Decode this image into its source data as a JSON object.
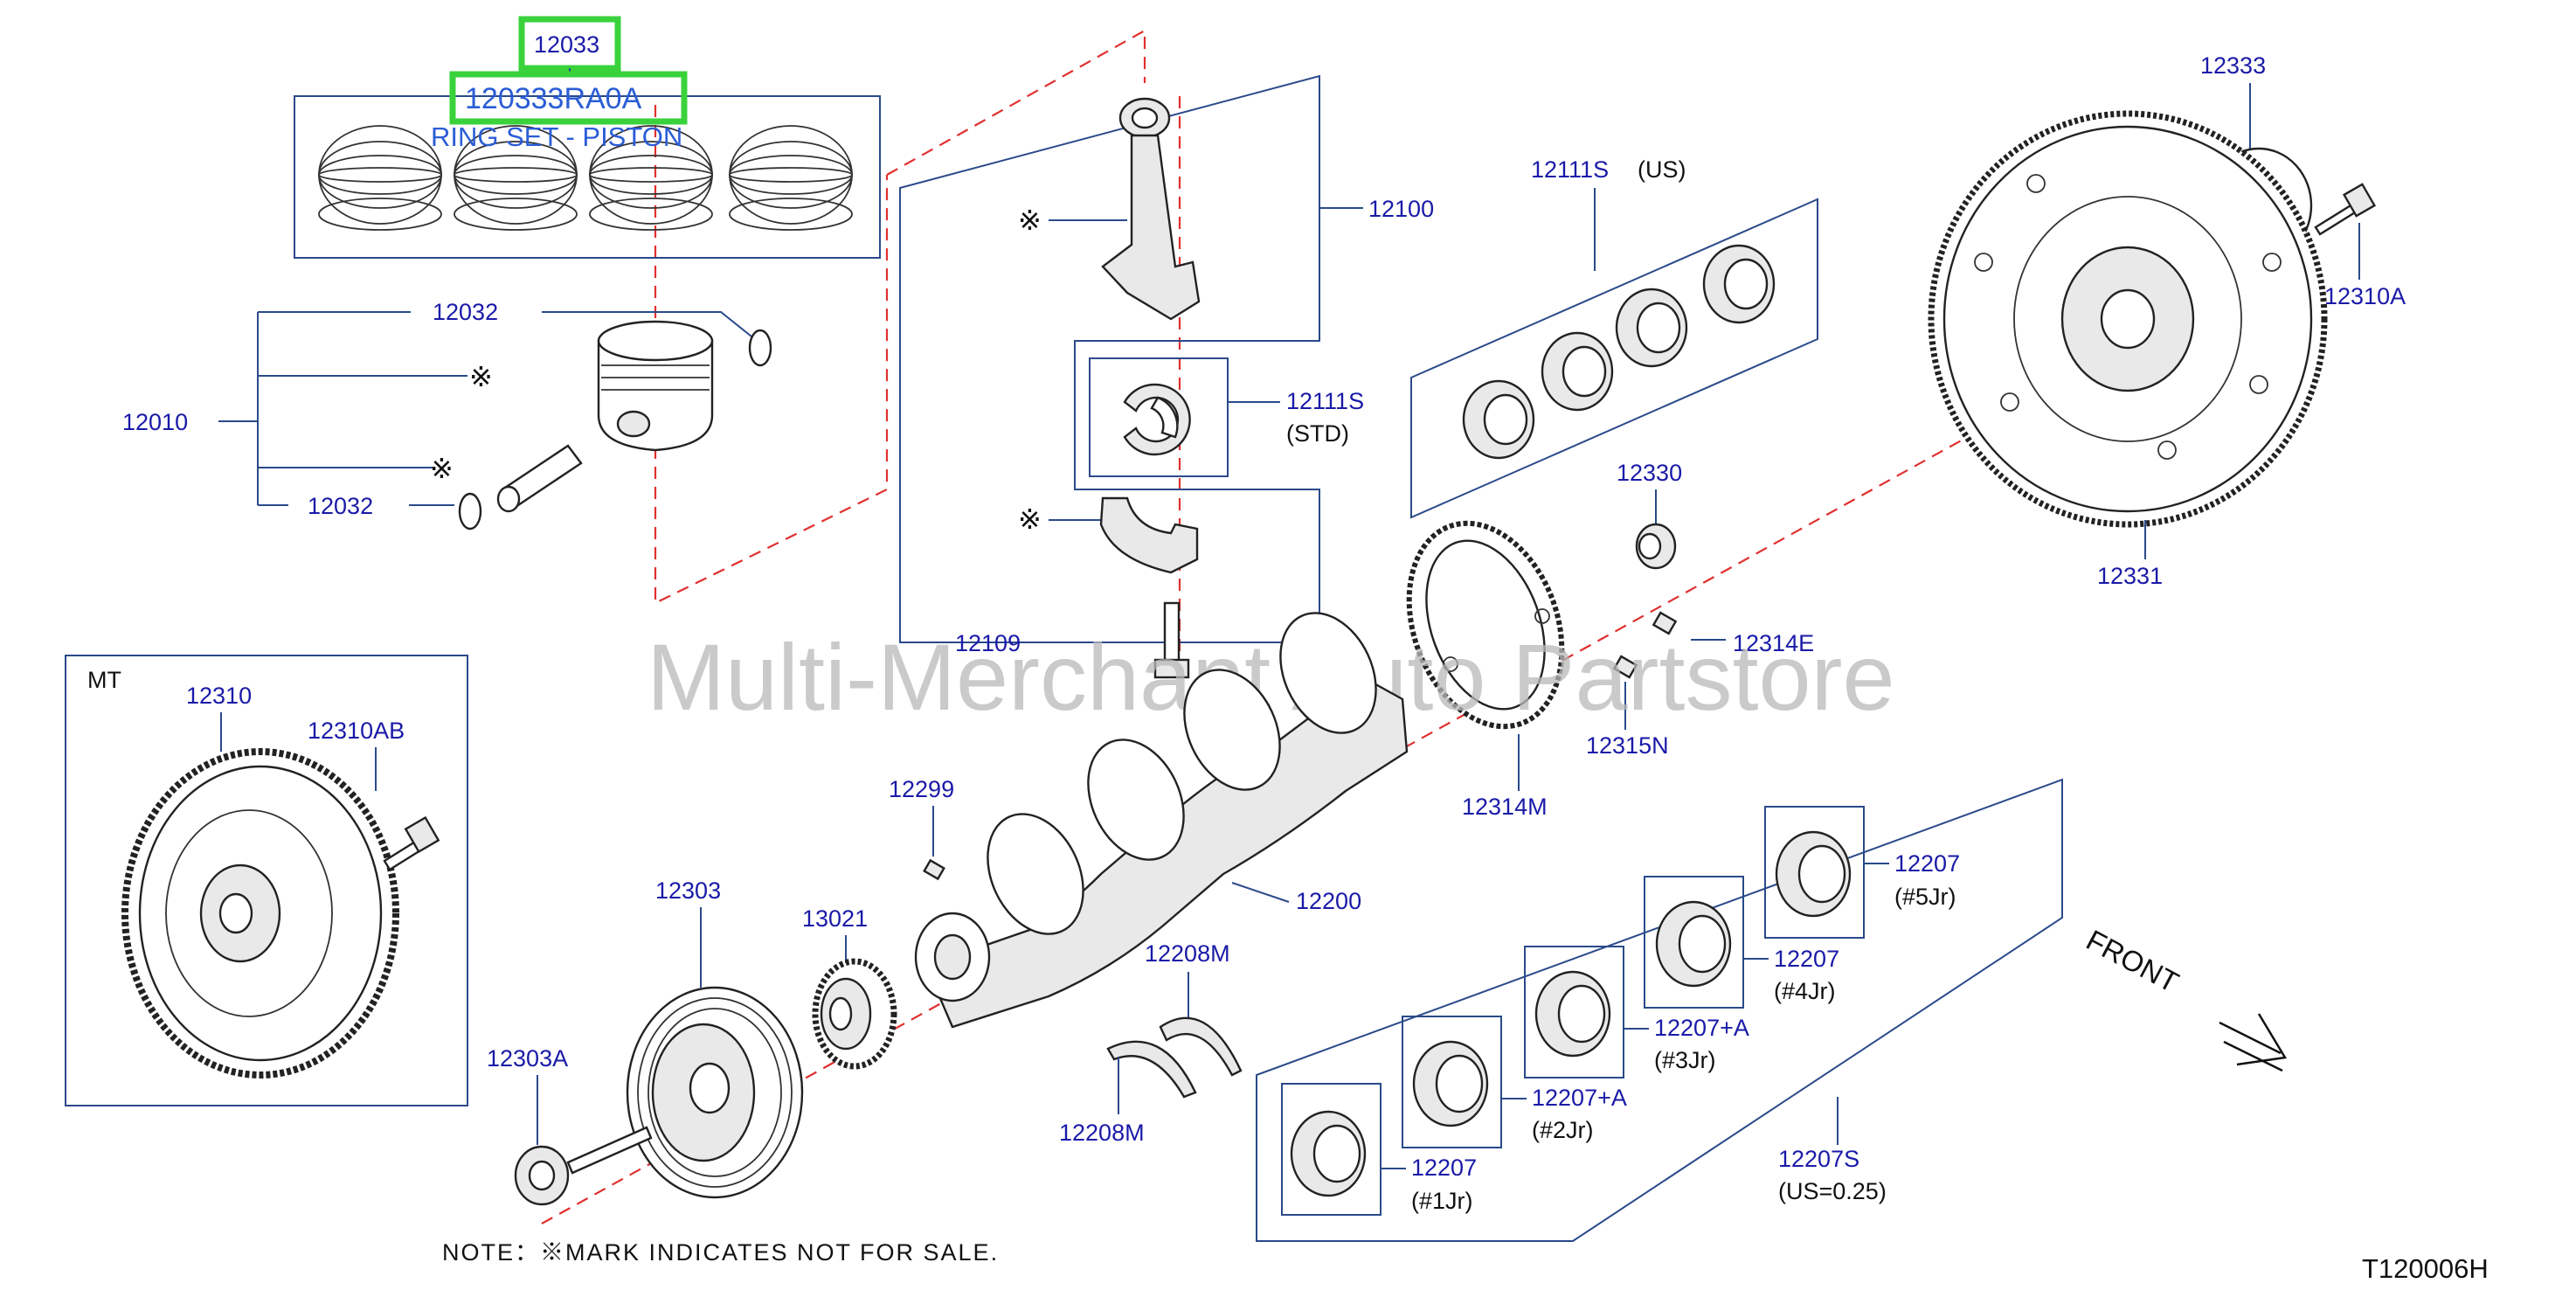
{
  "diagram_code": "T120006H",
  "note": "NOTE：※MARK   INDICATES   NOT   FOR   SALE.",
  "watermark": "Multi-Merchant Auto Partstore",
  "highlight": {
    "group_ref": "12033",
    "part_number": "120333RA0A",
    "part_name": "RING SET - PISTON"
  },
  "labels": {
    "p12032a": "12032",
    "p12032b": "12032",
    "p12010": "12010",
    "p12100": "12100",
    "p12111s_us": "12111S",
    "us": "(US)",
    "p12111s_std": "12111S",
    "std": "(STD)",
    "p12109": "12109",
    "p12333": "12333",
    "p12310a": "12310A",
    "p12331": "12331",
    "p12330": "12330",
    "p12314e": "12314E",
    "p12315n": "12315N",
    "p12314m": "12314M",
    "mt": "MT",
    "p12310": "12310",
    "p12310ab": "12310AB",
    "p12299": "12299",
    "p13021": "13021",
    "p12303": "12303",
    "p12303a": "12303A",
    "p12200": "12200",
    "p12208m_a": "12208M",
    "p12208m_b": "12208M",
    "p12207_5": "12207",
    "jr5": "(#5Jr)",
    "p12207_4": "12207",
    "jr4": "(#4Jr)",
    "p12207a_3": "12207+A",
    "jr3": "(#3Jr)",
    "p12207a_2": "12207+A",
    "jr2": "(#2Jr)",
    "p12207_1": "12207",
    "jr1": "(#1Jr)",
    "p12207s": "12207S",
    "us025": "(US=0.25)",
    "front": "FRONT",
    "mark1": "※",
    "mark2": "※",
    "mark3": "※",
    "mark4": "※"
  },
  "colors": {
    "label": "#1a1aa8",
    "highlight": "#39d23b",
    "dashed_axis": "#e03030",
    "frame": "#2a4a8a"
  }
}
